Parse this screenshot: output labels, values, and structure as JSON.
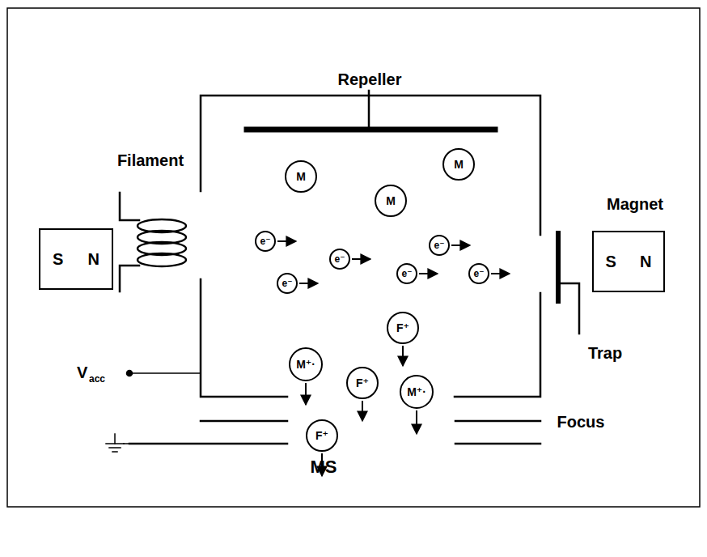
{
  "diagram": {
    "nodes": [
      {
        "text": [
          "S",
          "N"
        ]
      },
      {
        "text": [
          "M"
        ]
      },
      {
        "text": [
          "M"
        ]
      },
      {
        "text": [
          "M"
        ]
      },
      {
        "text": [
          "e⁻"
        ]
      },
      {
        "text": [
          "e⁻"
        ]
      },
      {
        "text": [
          "e⁻"
        ]
      },
      {
        "text": [
          "e⁻"
        ]
      },
      {
        "text": [
          "e⁻"
        ]
      },
      {
        "text": [
          "e⁻"
        ]
      },
      {
        "text": [
          "S",
          "N"
        ]
      },
      {
        "text": [
          "F⁺"
        ]
      },
      {
        "text": [
          "M⁺·"
        ]
      },
      {
        "text": [
          "F⁺"
        ]
      },
      {
        "text": [
          "M⁺·"
        ]
      },
      {
        "text": [
          "F⁺"
        ]
      }
    ],
    "labels": [
      "Repeller",
      "Filament",
      "Magnet",
      "Trap",
      "V",
      "acc",
      "Focus",
      "MS"
    ]
  }
}
